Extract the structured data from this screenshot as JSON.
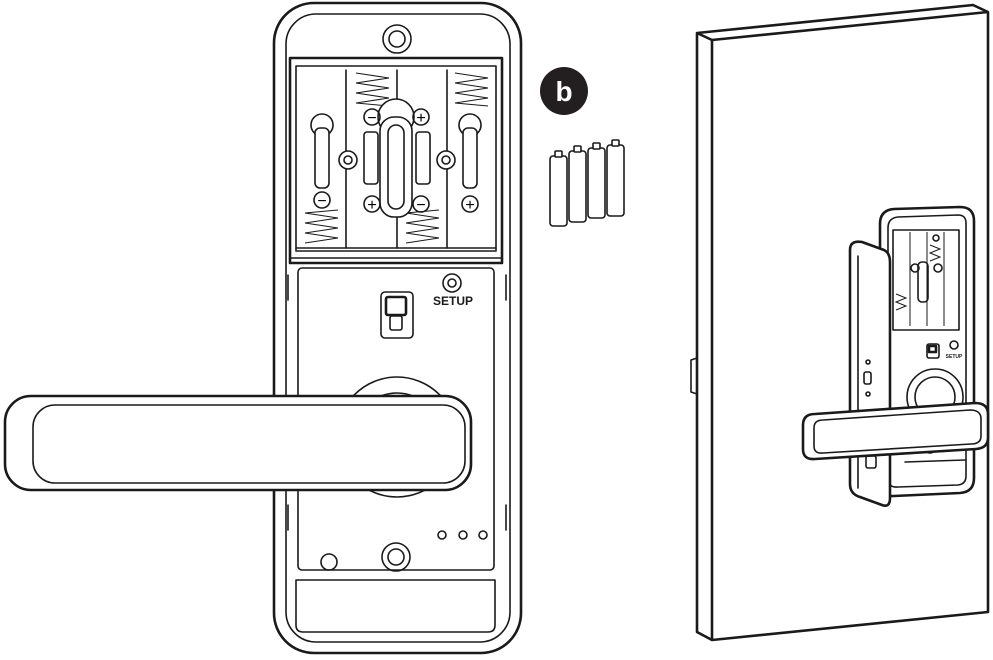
{
  "step_badge": {
    "letter": "b",
    "color": "#231f20"
  },
  "lock_labels": {
    "setup": "SETUP",
    "setup_small": "SETUP"
  },
  "symbols": {
    "minus": "−",
    "plus": "+"
  },
  "colors": {
    "line": "#1a1a1a",
    "background": "#ffffff"
  }
}
